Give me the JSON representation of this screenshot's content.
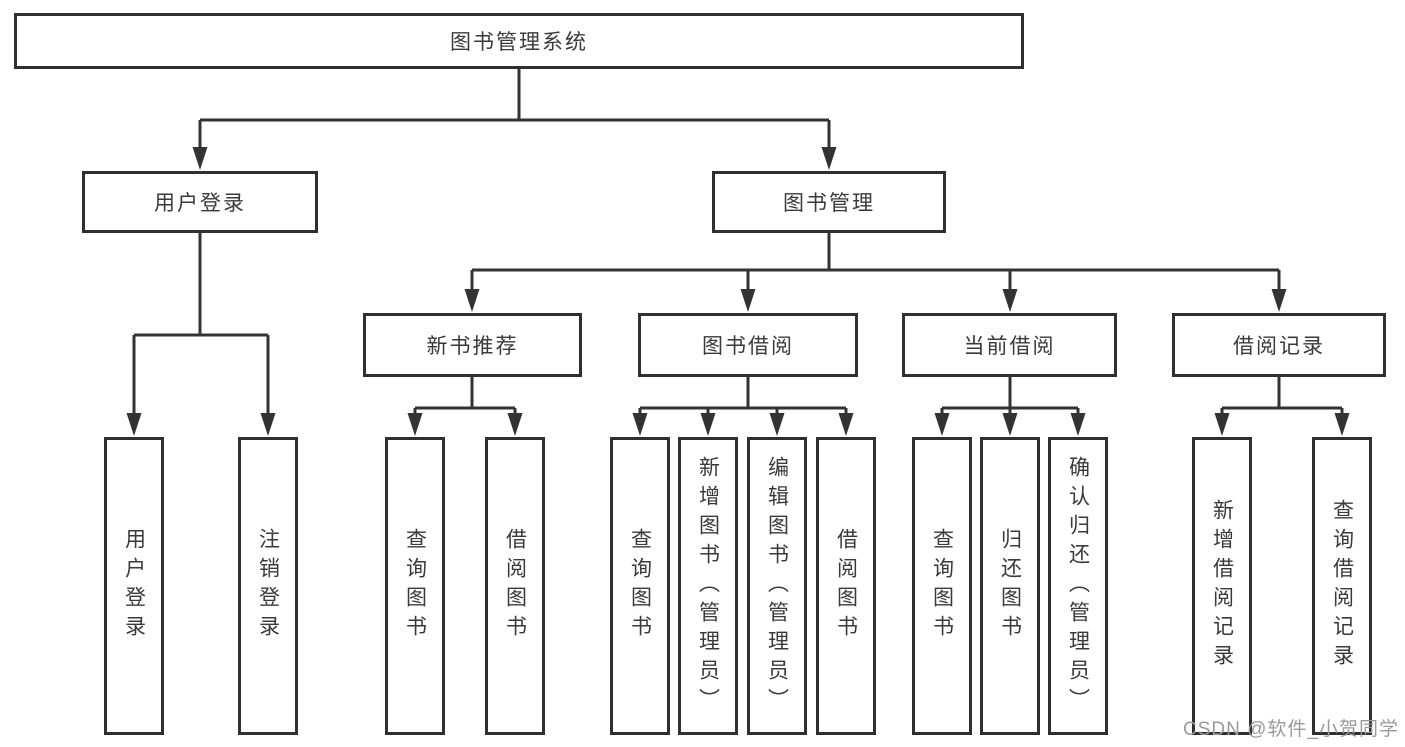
{
  "diagram_title": "图书管理系统",
  "tree": {
    "label": "图书管理系统",
    "children": [
      {
        "label": "用户登录",
        "children": [
          {
            "label": "用户登录"
          },
          {
            "label": "注销登录"
          }
        ]
      },
      {
        "label": "图书管理",
        "children": [
          {
            "label": "新书推荐",
            "children": [
              {
                "label": "查询图书"
              },
              {
                "label": "借阅图书"
              }
            ]
          },
          {
            "label": "图书借阅",
            "children": [
              {
                "label": "查询图书"
              },
              {
                "label": "新增图书（管理员）"
              },
              {
                "label": "编辑图书（管理员）"
              },
              {
                "label": "借阅图书"
              }
            ]
          },
          {
            "label": "当前借阅",
            "children": [
              {
                "label": "查询图书"
              },
              {
                "label": "归还图书"
              },
              {
                "label": "确认归还（管理员）"
              }
            ]
          },
          {
            "label": "借阅记录",
            "children": [
              {
                "label": "新增借阅记录"
              },
              {
                "label": "查询借阅记录"
              }
            ]
          }
        ]
      }
    ]
  },
  "watermark": {
    "text": "CSDN @软件_小贺同学"
  },
  "colors": {
    "line": "#333333",
    "box_border": "#2f2f2f",
    "text": "#3a3a3a",
    "watermark": "#9a9a9a",
    "background": "#ffffff"
  }
}
